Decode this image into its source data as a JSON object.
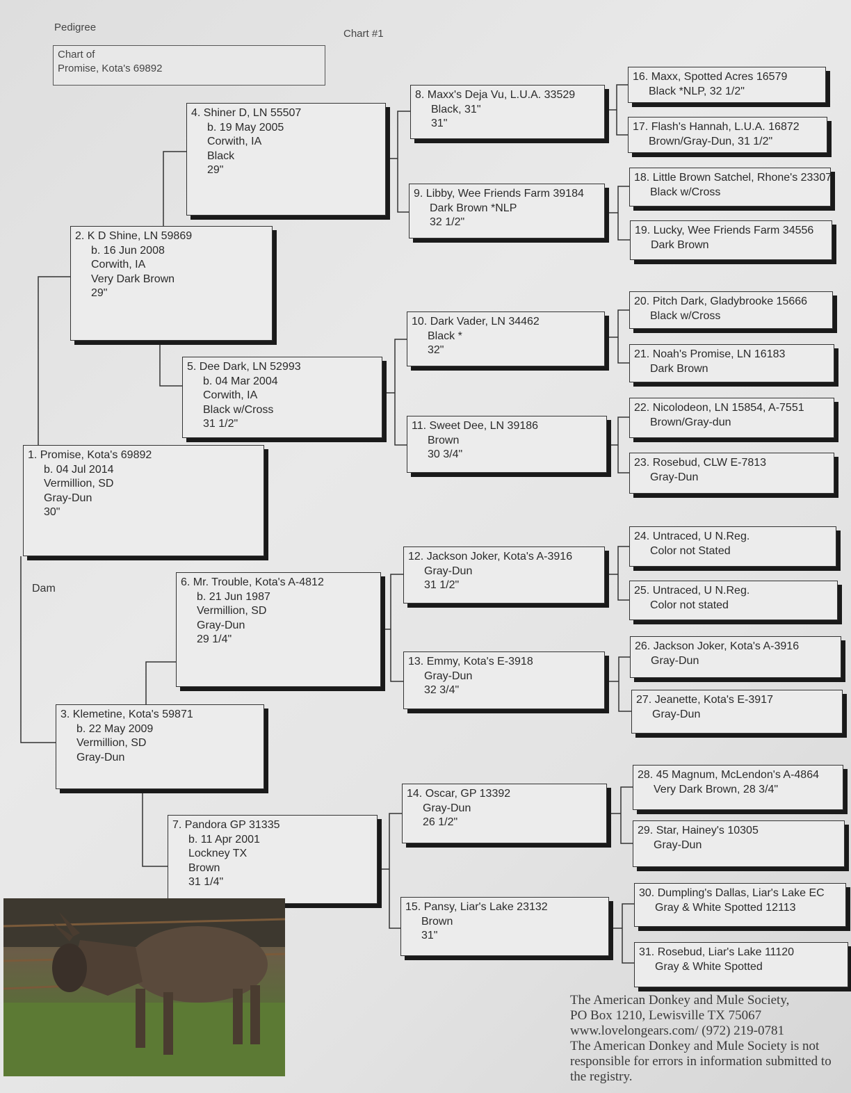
{
  "header": {
    "pedigree": "Pedigree",
    "chart_number": "Chart #1",
    "chart_of_label": "Chart of",
    "chart_of_name": "Promise, Kota's 69892"
  },
  "dam_label": "Dam",
  "animals": {
    "a1": [
      "1. Promise, Kota's 69892",
      "b. 04 Jul 2014",
      "Vermillion, SD",
      "Gray-Dun",
      "30\""
    ],
    "a2": [
      "2. K D Shine, LN 59869",
      "b. 16 Jun 2008",
      "Corwith, IA",
      "Very Dark Brown",
      "29\""
    ],
    "a3": [
      "3. Klemetine, Kota's 59871",
      "b. 22 May 2009",
      "Vermillion, SD",
      "Gray-Dun"
    ],
    "a4": [
      "4. Shiner D, LN 55507",
      "b. 19 May 2005",
      "Corwith, IA",
      "Black",
      "29\""
    ],
    "a5": [
      "5. Dee Dark, LN 52993",
      "b. 04 Mar 2004",
      "Corwith, IA",
      "Black w/Cross",
      "31 1/2\""
    ],
    "a6": [
      "6. Mr. Trouble, Kota's A-4812",
      "b. 21 Jun 1987",
      "Vermillion, SD",
      "Gray-Dun",
      "29 1/4\""
    ],
    "a7": [
      "7. Pandora GP 31335",
      "b. 11 Apr 2001",
      "Lockney TX",
      "Brown",
      "31 1/4\""
    ],
    "a8": [
      "8. Maxx's Deja Vu, L.U.A. 33529",
      "Black, 31\"",
      "31\""
    ],
    "a9": [
      "9. Libby, Wee Friends Farm 39184",
      "Dark Brown *NLP",
      "32 1/2\""
    ],
    "a10": [
      "10. Dark Vader, LN 34462",
      "Black *",
      "32\""
    ],
    "a11": [
      "11. Sweet Dee, LN 39186",
      "Brown",
      "30 3/4\""
    ],
    "a12": [
      "12. Jackson Joker, Kota's A-3916",
      "Gray-Dun",
      "31 1/2\""
    ],
    "a13": [
      "13. Emmy, Kota's E-3918",
      "Gray-Dun",
      "32 3/4\""
    ],
    "a14": [
      "14. Oscar, GP 13392",
      "Gray-Dun",
      "26 1/2\""
    ],
    "a15": [
      "15. Pansy, Liar's Lake 23132",
      "Brown",
      "31\""
    ],
    "a16": [
      "16. Maxx, Spotted Acres 16579",
      "Black *NLP, 32 1/2\""
    ],
    "a17": [
      "17. Flash's Hannah, L.U.A. 16872",
      "Brown/Gray-Dun, 31 1/2\""
    ],
    "a18": [
      "18. Little Brown Satchel, Rhone's 23307",
      "Black w/Cross"
    ],
    "a19": [
      "19. Lucky, Wee Friends Farm 34556",
      "Dark Brown"
    ],
    "a20": [
      "20. Pitch Dark, Gladybrooke 15666",
      "Black w/Cross"
    ],
    "a21": [
      "21. Noah's Promise, LN 16183",
      "Dark Brown"
    ],
    "a22": [
      "22. Nicolodeon, LN 15854, A-7551",
      "Brown/Gray-dun"
    ],
    "a23": [
      "23. Rosebud, CLW E-7813",
      "Gray-Dun"
    ],
    "a24": [
      "24. Untraced, U N.Reg.",
      "Color not Stated"
    ],
    "a25": [
      "25. Untraced, U N.Reg.",
      "Color not stated"
    ],
    "a26": [
      "26. Jackson Joker, Kota's A-3916",
      "Gray-Dun"
    ],
    "a27": [
      "27. Jeanette, Kota's E-3917",
      "Gray-Dun"
    ],
    "a28": [
      "28. 45 Magnum, McLendon's A-4864",
      "Very Dark Brown, 28 3/4\""
    ],
    "a29": [
      "29. Star, Hainey's 10305",
      "Gray-Dun"
    ],
    "a30": [
      "30. Dumpling's Dallas, Liar's Lake EC",
      "Gray & White Spotted  12113"
    ],
    "a31": [
      "31. Rosebud, Liar's Lake 11120",
      "Gray & White Spotted"
    ]
  },
  "footer": [
    "The American Donkey and Mule Society,",
    " PO Box 1210, Lewisville TX 75067",
    "www.lovelongears.com/ (972) 219-0781",
    "The American Donkey and Mule Society is not",
    "responsible for errors in information submitted to",
    "the registry."
  ]
}
